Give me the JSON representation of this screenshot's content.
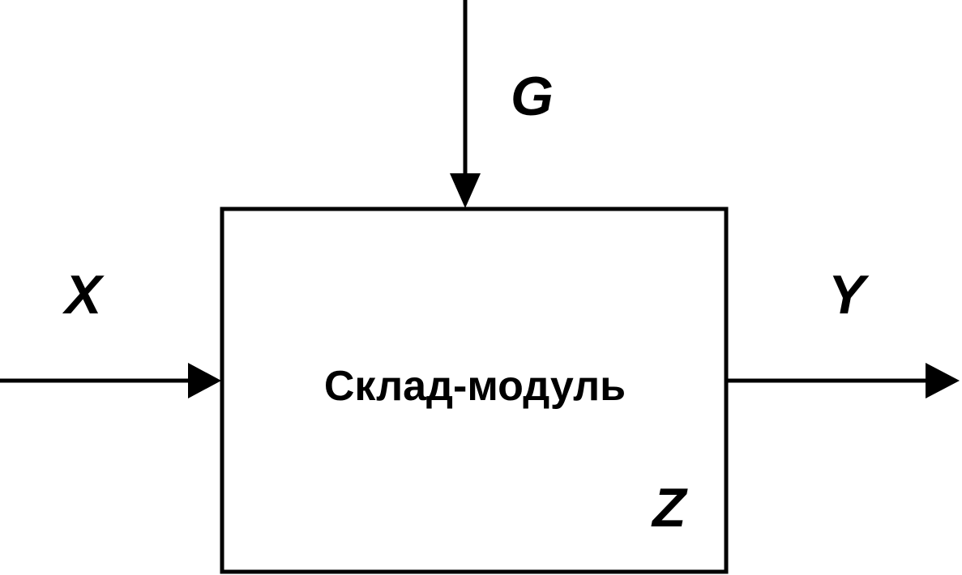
{
  "diagram": {
    "block_label": "Склад-модуль",
    "state_label": "Z",
    "input_label": "X",
    "output_label": "Y",
    "control_label": "G",
    "colors": {
      "stroke": "#000000",
      "background": "#ffffff"
    }
  }
}
